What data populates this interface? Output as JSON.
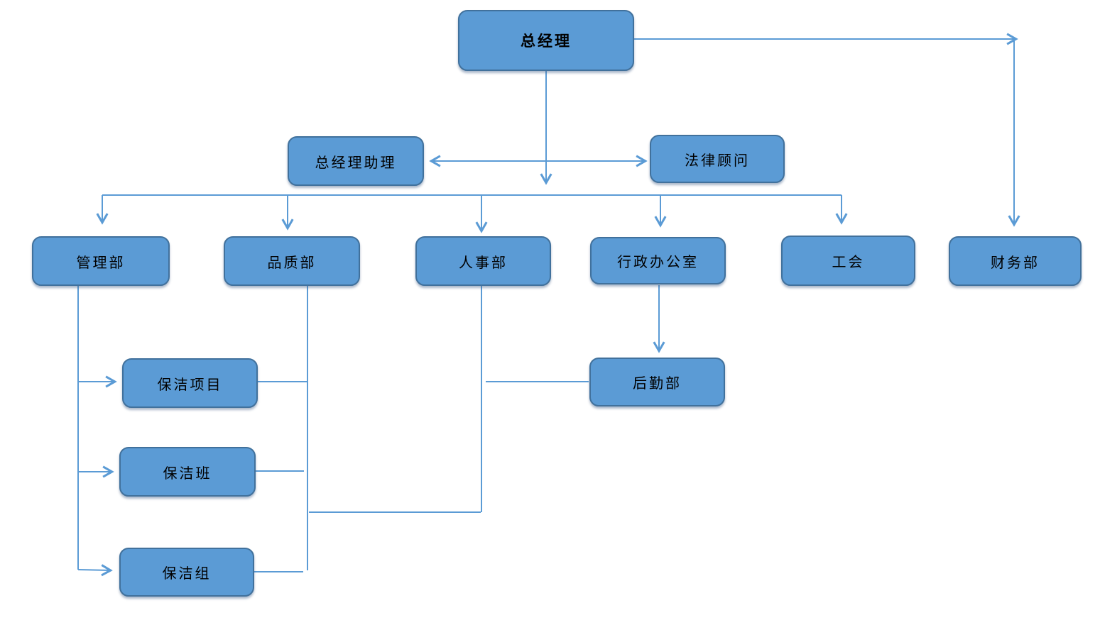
{
  "diagram": {
    "type": "org-chart",
    "background_color": "#ffffff",
    "node_fill_color": "#5b9bd5",
    "node_border_color": "#41719c",
    "connector_color": "#5b9bd5",
    "text_color": "#000000",
    "nodes": {
      "general_manager": "总经理",
      "gm_assistant": "总经理助理",
      "legal_advisor": "法律顾问",
      "management_dept": "管理部",
      "quality_dept": "品质部",
      "hr_dept": "人事部",
      "admin_office": "行政办公室",
      "labor_union": "工会",
      "finance_dept": "财务部",
      "cleaning_project": "保洁项目",
      "cleaning_team": "保洁班",
      "cleaning_group": "保洁组",
      "logistics_dept": "后勤部"
    },
    "edges": [
      {
        "from": "general_manager",
        "to": "gm_assistant",
        "arrow": "yes"
      },
      {
        "from": "general_manager",
        "to": "legal_advisor",
        "arrow": "yes"
      },
      {
        "from": "general_manager",
        "to": "management_dept",
        "arrow": "yes"
      },
      {
        "from": "general_manager",
        "to": "quality_dept",
        "arrow": "yes"
      },
      {
        "from": "general_manager",
        "to": "hr_dept",
        "arrow": "yes"
      },
      {
        "from": "general_manager",
        "to": "admin_office",
        "arrow": "yes"
      },
      {
        "from": "general_manager",
        "to": "labor_union",
        "arrow": "yes"
      },
      {
        "from": "general_manager",
        "to": "finance_dept",
        "arrow": "yes"
      },
      {
        "from": "management_dept",
        "to": "cleaning_project",
        "arrow": "yes"
      },
      {
        "from": "management_dept",
        "to": "cleaning_team",
        "arrow": "yes"
      },
      {
        "from": "management_dept",
        "to": "cleaning_group",
        "arrow": "yes"
      },
      {
        "from": "quality_dept",
        "to": "cleaning_project",
        "arrow": "no"
      },
      {
        "from": "quality_dept",
        "to": "cleaning_team",
        "arrow": "no"
      },
      {
        "from": "quality_dept",
        "to": "cleaning_group",
        "arrow": "no"
      },
      {
        "from": "quality_dept",
        "to": "hr_dept",
        "arrow": "no"
      },
      {
        "from": "hr_dept",
        "to": "logistics_dept",
        "arrow": "no"
      },
      {
        "from": "admin_office",
        "to": "logistics_dept",
        "arrow": "yes"
      }
    ]
  }
}
